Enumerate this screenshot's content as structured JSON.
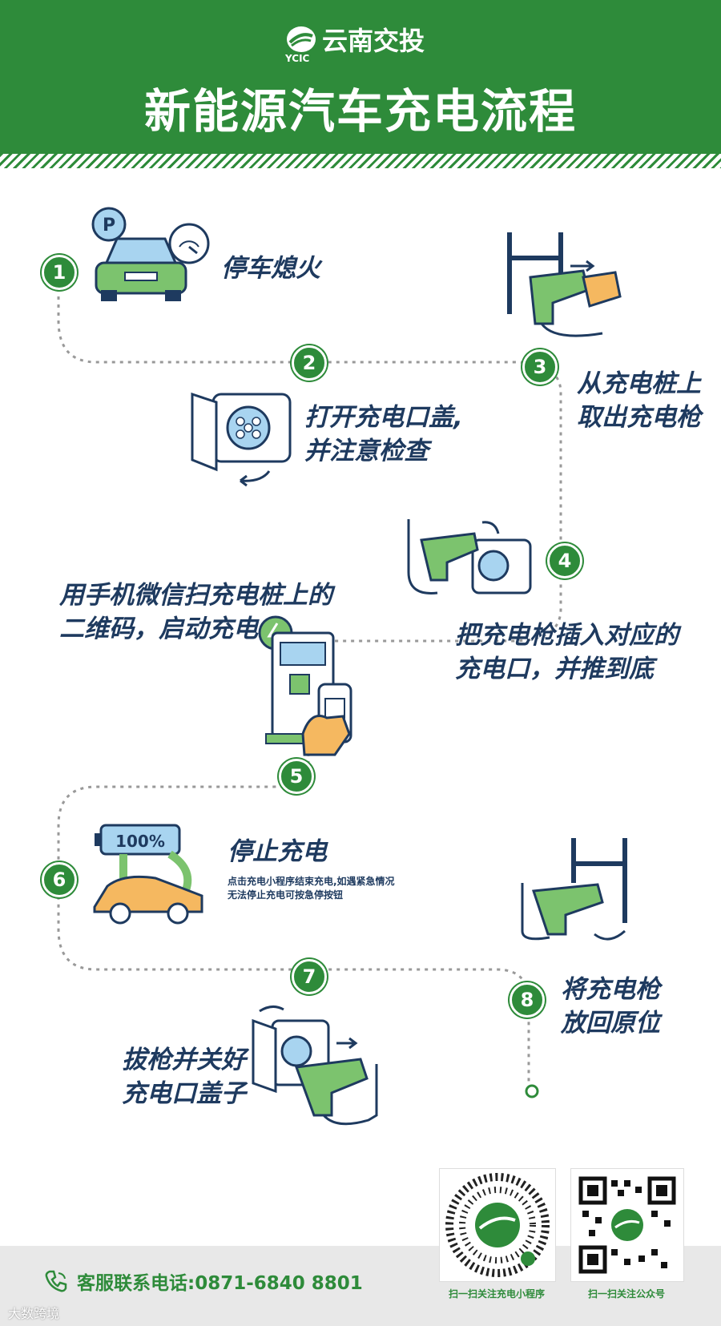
{
  "header": {
    "logo_text": "云南交投",
    "logo_sub": "YCIC",
    "title": "新能源汽车充电流程"
  },
  "steps": [
    {
      "num": "1",
      "label": "停车熄火"
    },
    {
      "num": "2",
      "label": "打开充电口盖，并注意检查"
    },
    {
      "num": "3",
      "label": "从充电桩上取出充电枪"
    },
    {
      "num": "4",
      "label": "把充电枪插入对应的充电口，并推到底"
    },
    {
      "num": "5",
      "label": "用手机微信扫充电桩上的二维码，启动充电"
    },
    {
      "num": "6",
      "label": "停止充电",
      "note": "点击充电小程序结束充电,如遇紧急情况无法停止充电可按急停按钮"
    },
    {
      "num": "7",
      "label": "拔枪并关好充电口盖子"
    },
    {
      "num": "8",
      "label": "将充电枪放回原位"
    }
  ],
  "labels": {
    "s1": "停车熄火",
    "s2_a": "打开充电口盖,",
    "s2_b": "并注意检查",
    "s3_a": "从充电桩上",
    "s3_b": "取出充电枪",
    "s4_a": "把充电枪插入对应的",
    "s4_b": "充电口，并推到底",
    "s5_a": "用手机微信扫充电桩上的",
    "s5_b": "二维码，启动充电",
    "s6": "停止充电",
    "s6_note_a": "点击充电小程序结束充电,如遇紧急情况",
    "s6_note_b": "无法停止充电可按急停按钮",
    "s7_a": "拔枪并关好",
    "s7_b": "充电口盖子",
    "s8_a": "将充电枪",
    "s8_b": "放回原位",
    "battery": "100%",
    "parking": "P"
  },
  "footer": {
    "phone": "客服联系电话:0871-6840 8801",
    "qr1_caption": "扫一扫关注充电小程序",
    "qr2_caption": "扫一扫关注公众号"
  },
  "watermark": "大数跨境",
  "colors": {
    "brand_green": "#2e8b3a",
    "text_navy": "#1e3a5f",
    "light_green": "#7cc36e",
    "light_blue": "#a8d4f0",
    "orange": "#f5b860"
  },
  "icons": [
    "ycic-logo",
    "parking-icon",
    "speedometer-icon",
    "charging-gun-icon",
    "charge-port-icon",
    "phone-icon",
    "qr-code-icon",
    "battery-icon",
    "car-icon",
    "lightning-icon"
  ]
}
